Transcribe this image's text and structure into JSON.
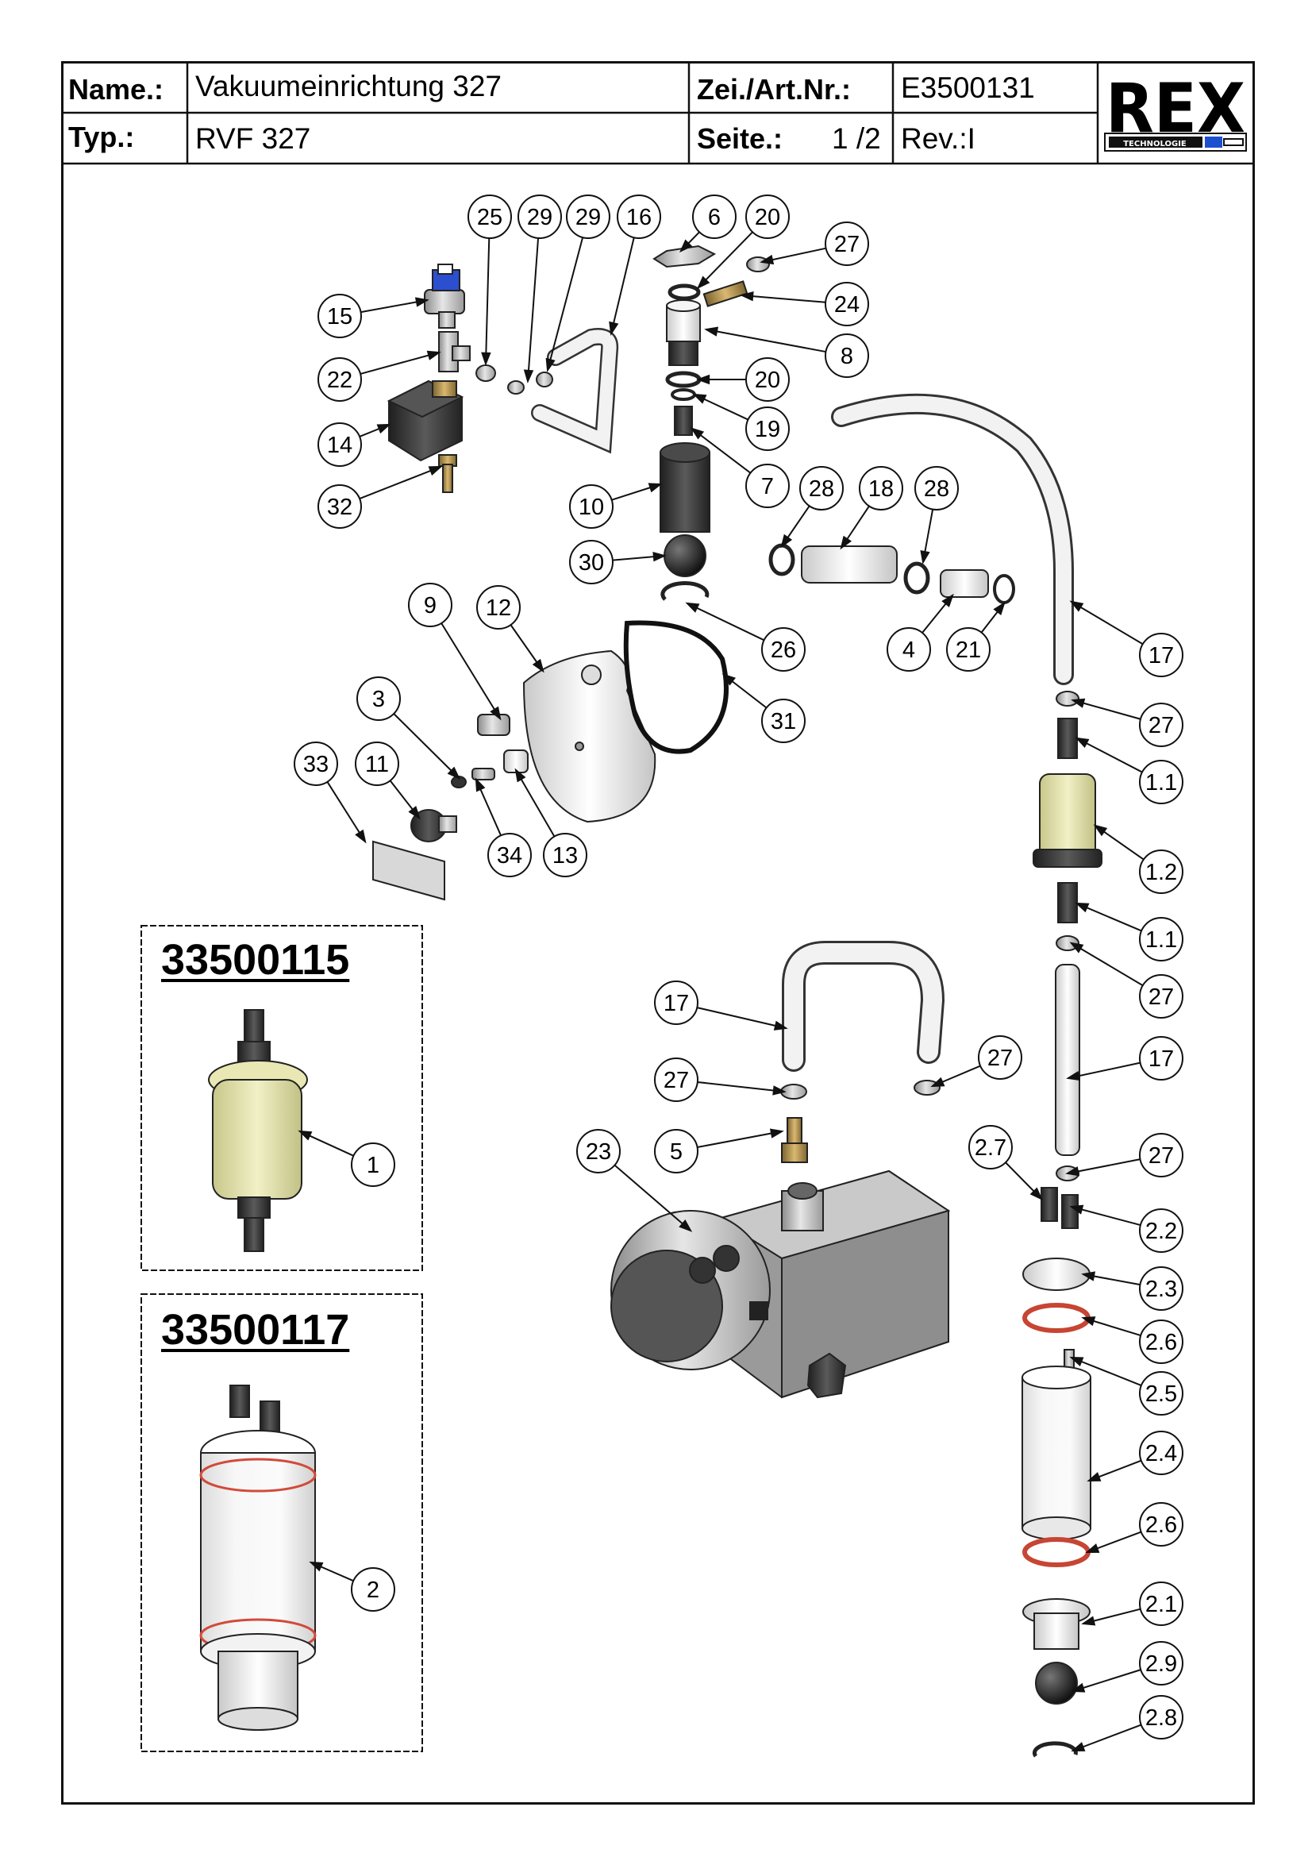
{
  "title_block": {
    "name_label": "Name.:",
    "name_value": "Vakuumeinrichtung 327",
    "type_label": "Typ.:",
    "type_value": "RVF 327",
    "drawing_no_label": "Zei./Art.Nr.:",
    "drawing_no_value": "E3500131",
    "page_label": "Seite.:",
    "page_value": "1 /2",
    "revision": "Rev.:I",
    "logo_text": "REX",
    "logo_subtext": "TECHNOLOGIE"
  },
  "colors": {
    "line": "#111111",
    "part_grey": "#bdbdbd",
    "filter_yellow": "#e9e8b4",
    "seal_red": "#d24a3a",
    "solenoid_dark": "#2e2e2e",
    "brass": "#b8944a",
    "pressure_switch_blue": "#2c4fd0"
  },
  "inset_boxes": [
    {
      "title": "33500115",
      "callouts": [
        "1"
      ]
    },
    {
      "title": "33500117",
      "callouts": [
        "2"
      ]
    }
  ],
  "callouts": [
    "25",
    "29",
    "29",
    "16",
    "6",
    "20",
    "27",
    "15",
    "24",
    "22",
    "8",
    "20",
    "14",
    "19",
    "32",
    "7",
    "10",
    "28",
    "18",
    "28",
    "30",
    "9",
    "12",
    "26",
    "4",
    "21",
    "17",
    "3",
    "31",
    "27",
    "33",
    "11",
    "1.1",
    "34",
    "13",
    "1.2",
    "1.1",
    "27",
    "17",
    "27",
    "17",
    "27",
    "5",
    "23",
    "2.7",
    "27",
    "2.2",
    "2.3",
    "2.6",
    "2.5",
    "2.4",
    "2.6",
    "2.1",
    "2.9",
    "2.8",
    "1",
    "2"
  ]
}
